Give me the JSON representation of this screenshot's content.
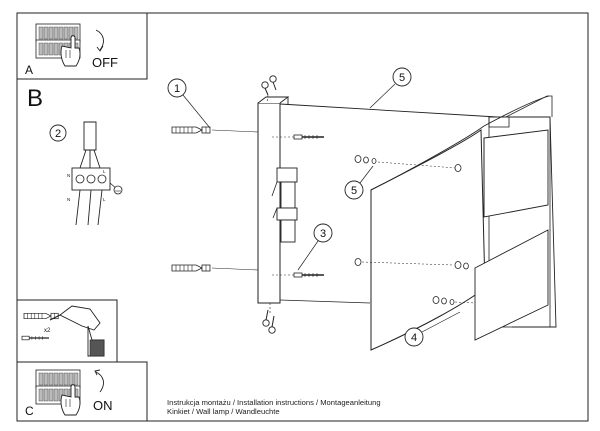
{
  "panel_a": {
    "letter": "A",
    "action": "OFF"
  },
  "panel_b": {
    "letter": "B"
  },
  "panel_c": {
    "letter": "C",
    "action": "ON",
    "multiplier": "x2"
  },
  "callouts": {
    "c1": "1",
    "c2": "2",
    "c3": "3",
    "c4": "4",
    "c5_top": "5",
    "c5_mid": "5"
  },
  "wiring_terminals": {
    "n_top": "N",
    "l_top": "L",
    "n_bottom": "N",
    "l_bottom": "L"
  },
  "footer": {
    "line1": "Instrukcja montażu / Installation instructions / Montageanleitung",
    "line2": "Kinkiet / Wall lamp / Wandleuchte"
  }
}
